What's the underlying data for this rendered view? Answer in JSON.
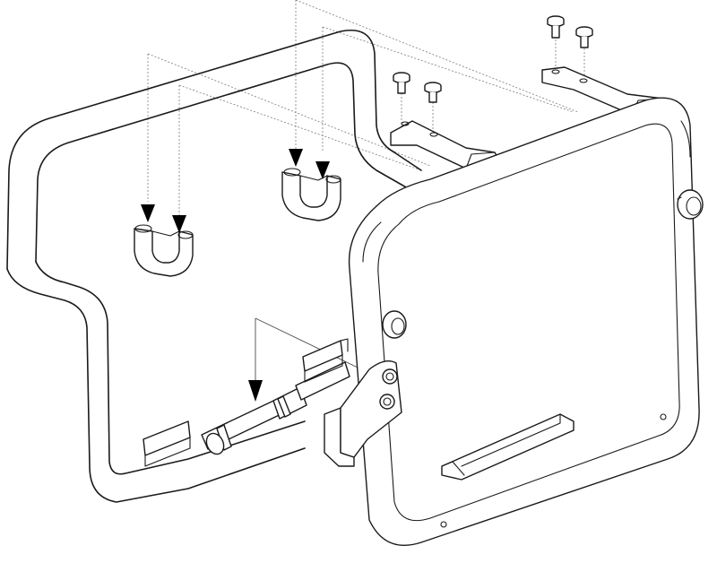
{
  "diagram": {
    "type": "exploded-assembly-drawing",
    "colors": {
      "line": "#1a1a1a",
      "guide": "#7a7a7a",
      "arrow": "#000000",
      "background": "#ffffff"
    },
    "parts": [
      "rear-tube-frame",
      "side-frame",
      "top-mounting-bracket-left",
      "top-mounting-bracket-right",
      "u-clamp-left",
      "u-clamp-right",
      "connecting-bar",
      "hinge-bracket",
      "bottom-plate",
      "rubber-bushing"
    ],
    "fasteners": {
      "type": "bolt",
      "count": 4
    },
    "arrows": {
      "count": 5
    }
  }
}
